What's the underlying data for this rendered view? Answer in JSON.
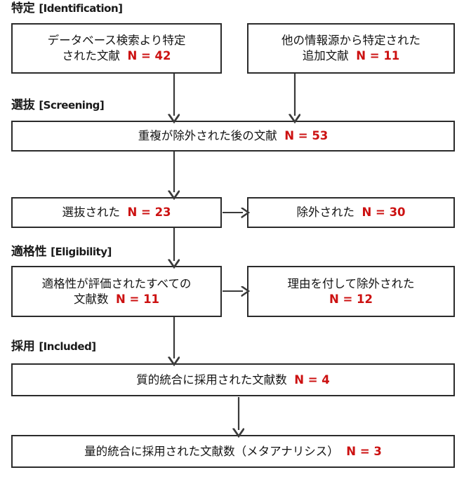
{
  "diagram": {
    "type": "prisma-flow-diagram",
    "title_present": false,
    "colors": {
      "count_red": "#cc1111",
      "box_border": "#2b2b2b",
      "text": "#141414",
      "background": "#ffffff",
      "arrow": "#3a3a3a"
    },
    "stages": [
      {
        "id": "identification",
        "ja": "特定",
        "en": "[Identification]"
      },
      {
        "id": "screening",
        "ja": "選抜",
        "en": "[Screening]"
      },
      {
        "id": "eligibility",
        "ja": "適格性",
        "en": "[Eligibility]"
      },
      {
        "id": "included",
        "ja": "採用",
        "en": "[Included]"
      }
    ],
    "boxes": [
      {
        "id": "db-search",
        "line1": "データベース検索より特定",
        "line2": "された文献",
        "count": "N = 42"
      },
      {
        "id": "other-sources",
        "line1": "他の情報源から特定された",
        "line2": "追加文献",
        "count": "N = 11"
      },
      {
        "id": "after-duplicates",
        "line1": "重複が除外された後の文献",
        "line2": "",
        "count": "N = 53"
      },
      {
        "id": "screened",
        "line1": "選抜された",
        "line2": "",
        "count": "N = 23"
      },
      {
        "id": "excluded",
        "line1": "除外された",
        "line2": "",
        "count": "N = 30"
      },
      {
        "id": "full-text-assessed",
        "line1": "適格性が評価されたすべての",
        "line2": "文献数",
        "count": "N = 11"
      },
      {
        "id": "excluded-with-reasons",
        "line1": "理由を付して除外された",
        "line2": "",
        "count": "N = 12"
      },
      {
        "id": "qualitative-synthesis",
        "line1": "質的統合に採用された文献数",
        "line2": "",
        "count": "N = 4"
      },
      {
        "id": "quantitative-synthesis",
        "line1": "量的統合に採用された文献数（メタアナリシス）",
        "line2": "",
        "count": "N = 3"
      }
    ],
    "arrows": [
      {
        "id": "db-search-to-after-duplicates",
        "direction": "down"
      },
      {
        "id": "other-sources-to-after-duplicates",
        "direction": "down"
      },
      {
        "id": "after-duplicates-to-screened",
        "direction": "down"
      },
      {
        "id": "screened-to-excluded",
        "direction": "right"
      },
      {
        "id": "screened-to-full-text-assessed",
        "direction": "down"
      },
      {
        "id": "full-text-assessed-to-excluded-with-reasons",
        "direction": "right"
      },
      {
        "id": "full-text-assessed-to-qualitative",
        "direction": "down"
      },
      {
        "id": "qualitative-to-quantitative",
        "direction": "down"
      }
    ]
  }
}
